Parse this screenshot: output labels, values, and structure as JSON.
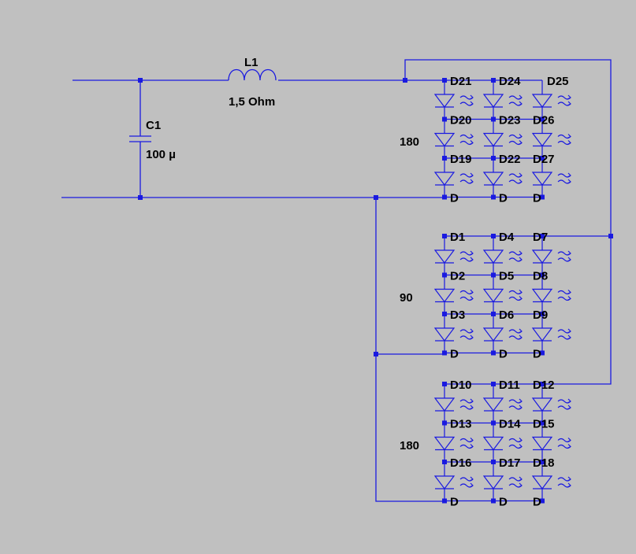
{
  "colors": {
    "background": "#c0c0c0",
    "wire": "#1a1ae0",
    "text": "#000000"
  },
  "components": {
    "inductor": {
      "ref": "L1",
      "value": "1,5 Ohm"
    },
    "capacitor": {
      "ref": "C1",
      "value": "100 µ"
    }
  },
  "diode_banks": [
    {
      "count_label": "180",
      "rows": [
        [
          "D21",
          "D24",
          "D25"
        ],
        [
          "D20",
          "D23",
          "D26"
        ],
        [
          "D19",
          "D22",
          "D27"
        ],
        [
          "D",
          "D",
          "D"
        ]
      ]
    },
    {
      "count_label": "90",
      "rows": [
        [
          "D1",
          "D4",
          "D7"
        ],
        [
          "D2",
          "D5",
          "D8"
        ],
        [
          "D3",
          "D6",
          "D9"
        ],
        [
          "D",
          "D",
          "D"
        ]
      ]
    },
    {
      "count_label": "180",
      "rows": [
        [
          "D10",
          "D11",
          "D12"
        ],
        [
          "D13",
          "D14",
          "D15"
        ],
        [
          "D16",
          "D17",
          "D18"
        ],
        [
          "D",
          "D",
          "D"
        ]
      ]
    }
  ]
}
